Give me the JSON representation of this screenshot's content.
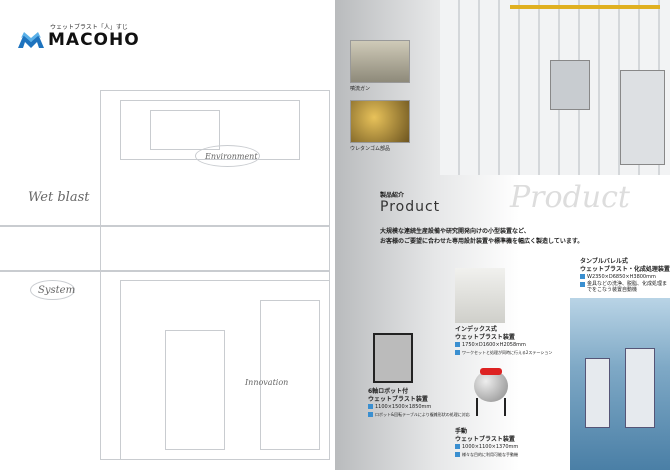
{
  "brand": {
    "name": "MACOHO",
    "tagline": "ウェットブラスト「人」すじ",
    "colors": {
      "primary": "#1e73be",
      "accent": "#3a8fd0"
    }
  },
  "left_page": {
    "handwritten": [
      "Wet blast",
      "Environment",
      "System",
      "Innovation"
    ]
  },
  "right_page": {
    "section_label": "製品紹介",
    "section_title": "Product",
    "watermark": "Product",
    "intro": [
      "大規模な連続生産設備や研究開発向けの小型装置など、",
      "お客様のご要望に合わせた専用設計装置や標準機を幅広く製造しています。"
    ],
    "photo_captions": [
      "噴流ガン",
      "ウレタンゴム部品"
    ],
    "products": [
      {
        "title": [
          "タンブルバレル式",
          "ウェットブラスト・化成処理装置"
        ],
        "specs": [
          "W2350×D6850×H3800mm",
          "金具などの洗浄、脱脂、化成処理までをこなう装置自動機"
        ]
      },
      {
        "title": [
          "インデックス式",
          "ウェットブラスト装置"
        ],
        "specs": [
          "1750×D1600×H2058mm",
          "ワークセットと処理が同時に行える2ステーション"
        ]
      },
      {
        "title": [
          "6軸ロボット付",
          "ウェットブラスト装置"
        ],
        "specs": [
          "1100×1500×1850mm",
          "ロボット&回転テーブルにより複雑形状の処理に対応"
        ]
      },
      {
        "title": [
          "手動",
          "ウェットブラスト装置"
        ],
        "specs": [
          "1000×1100×1370mm",
          "様々な目的に利用可能な手動機"
        ]
      }
    ]
  }
}
